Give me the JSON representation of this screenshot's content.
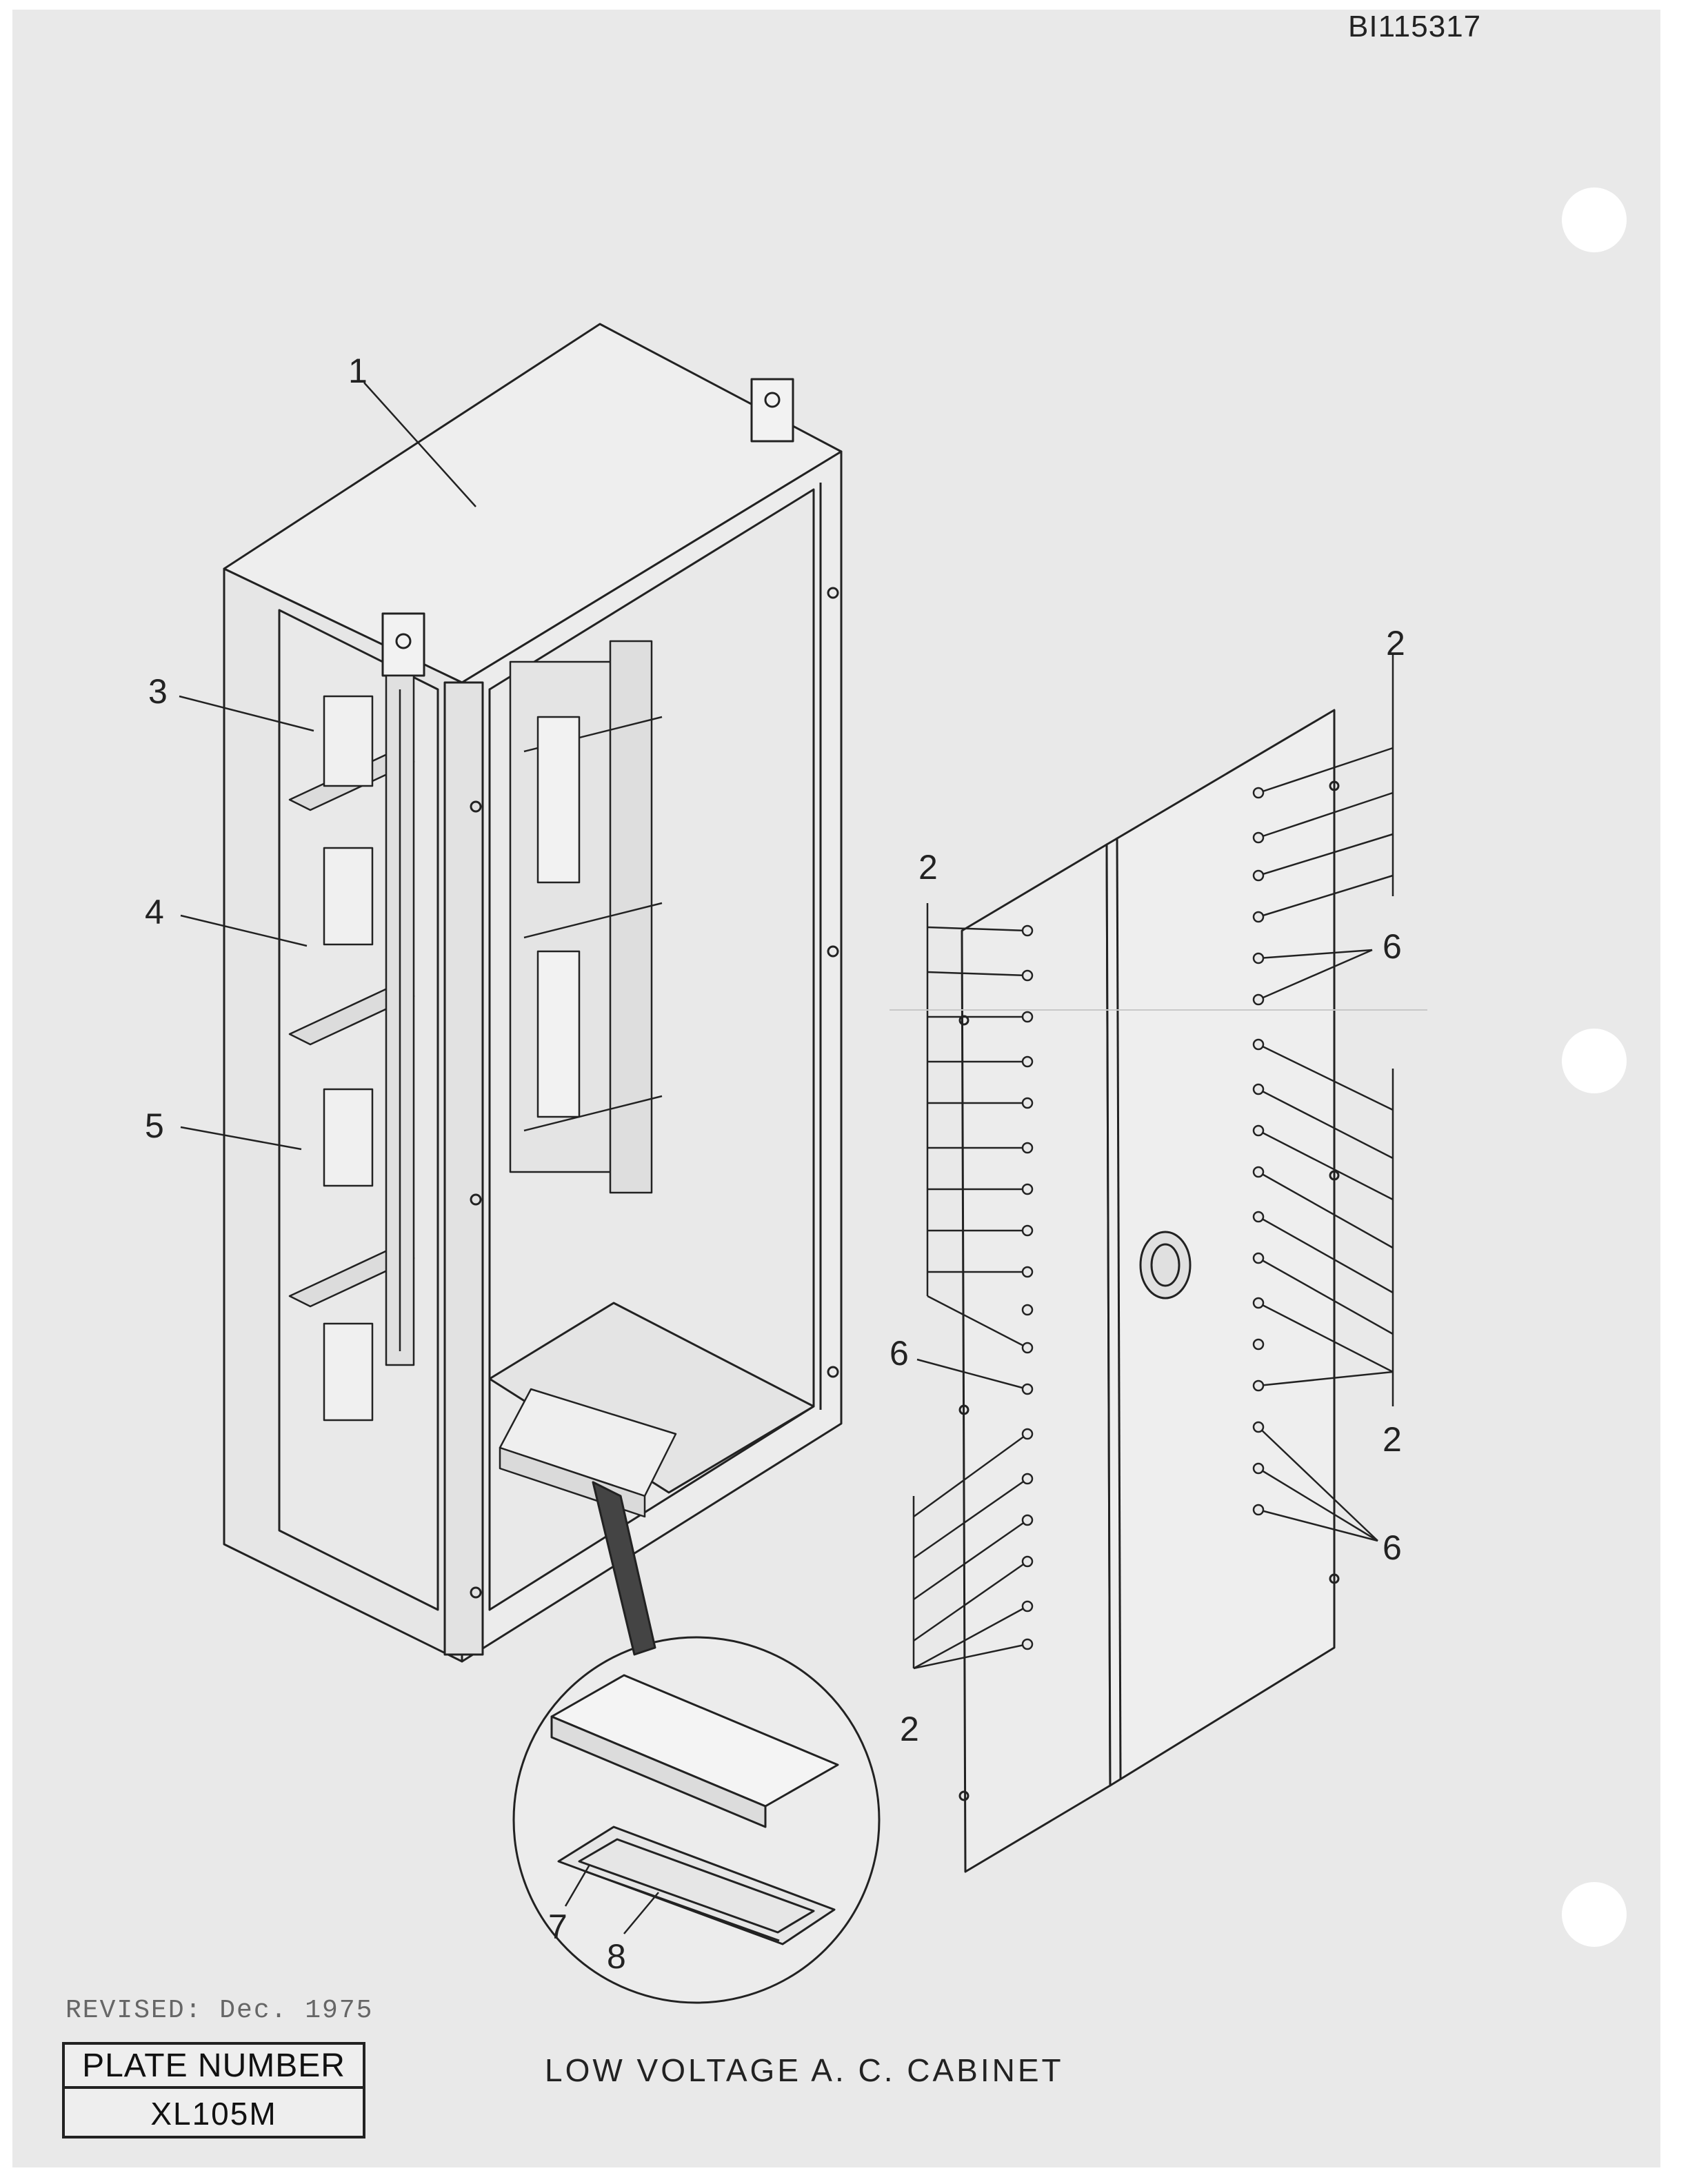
{
  "document": {
    "id": "BI115317",
    "revised": "REVISED:  Dec. 1975",
    "plate_label": "PLATE NUMBER",
    "plate_number": "XL105M",
    "caption": "LOW VOLTAGE A. C. CABINET"
  },
  "callouts": {
    "item1": "1",
    "item2": "2",
    "item3": "3",
    "item4": "4",
    "item5": "5",
    "item6": "6",
    "item7": "7",
    "item8": "8"
  }
}
